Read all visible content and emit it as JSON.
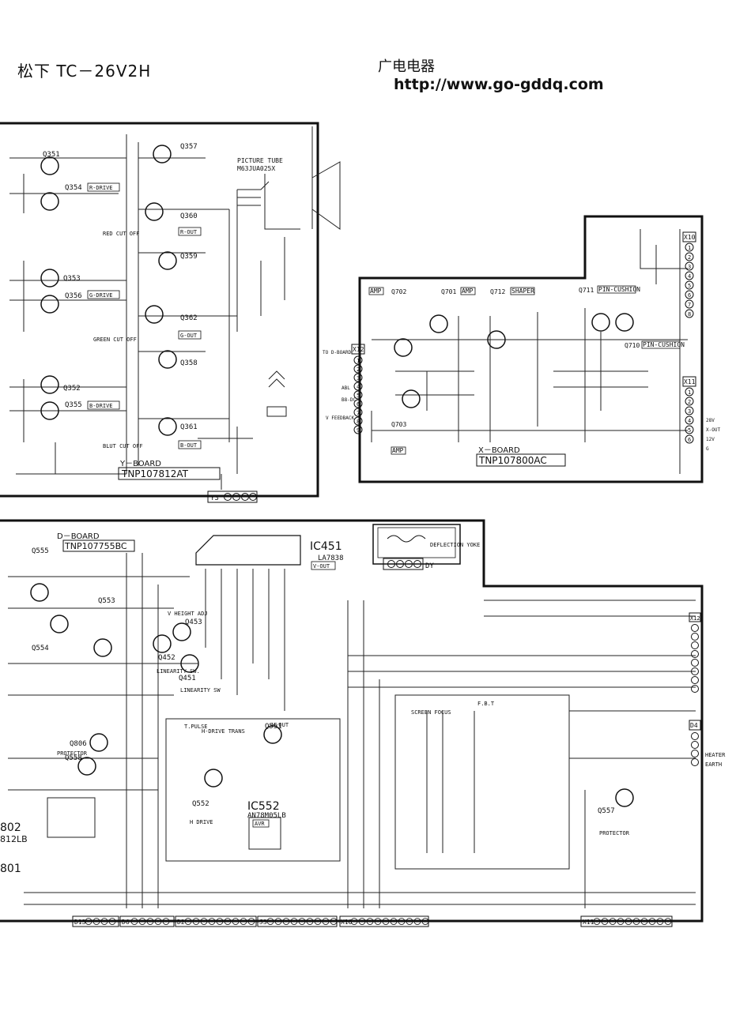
{
  "header": {
    "title": "松下 TC－26V2H",
    "site_name": "广电电器",
    "site_url": "http://www.go-gddq.com"
  },
  "boards": {
    "y_board": {
      "label": "Y－BOARD",
      "part": "TNP107812AT",
      "connector": "Y3"
    },
    "x_board": {
      "label": "X－BOARD",
      "part": "TNP107800AC",
      "connector_top": "X10",
      "connector_left": "X12",
      "connector_right": "X11"
    },
    "d_board": {
      "label": "D－BOARD",
      "part": "TNP107755BC"
    }
  },
  "y_board_parts": {
    "picture_tube": "PICTURE TUBE",
    "picture_tube_part": "M63JUA025X",
    "transistors": [
      "Q351",
      "Q354",
      "Q353",
      "Q356",
      "Q352",
      "Q355",
      "Q357",
      "Q360",
      "Q359",
      "Q362",
      "Q358",
      "Q361"
    ],
    "drive_labels": [
      "R-DRIVE",
      "G-DRIVE",
      "B-DRIVE"
    ],
    "out_labels": [
      "R-OUT",
      "G-OUT",
      "B-OUT"
    ],
    "cutoff_labels": [
      "RED CUT OFF",
      "GREEN CUT OFF",
      "BLUT CUT OFF"
    ]
  },
  "x_board_parts": {
    "amp_label": "AMP",
    "shaper_label": "SHAPER",
    "pin_cushion_label": "PIN-CUSHION",
    "transistors": [
      "Q702",
      "Q701",
      "Q712",
      "Q711",
      "Q710",
      "Q703"
    ],
    "x10_pins": [
      "1",
      "2",
      "3",
      "4",
      "5",
      "6",
      "7",
      "8"
    ],
    "x12_pins": [
      "1",
      "2",
      "3",
      "4",
      "5",
      "6",
      "7",
      "8",
      "9"
    ],
    "x11_pins": [
      "1",
      "2",
      "3",
      "4",
      "5",
      "6"
    ],
    "x12_side_label": "TO D-BOARD",
    "x12_signals": [
      "ABL",
      "B8-DC",
      "V FEEDBACK"
    ],
    "x11_signals": [
      "28V",
      "X-OUT",
      "12V",
      "G"
    ]
  },
  "d_board_parts": {
    "ic451": "IC451",
    "ic451_part": "LA7838",
    "ic451_role": "V-OUT",
    "ic552": "IC552",
    "ic552_part": "AN78M05LB",
    "ic552_role": "AVR",
    "transistors": [
      "Q555",
      "Q553",
      "Q554",
      "Q806",
      "Q558",
      "Q452",
      "Q451",
      "Q453",
      "Q551",
      "Q552",
      "Q557"
    ],
    "labels": [
      "V HEIGHT ADJ",
      "LINEARITY SW.",
      "LINEARITY SW",
      "PROTECTOR",
      "H-DRIVE TRANS",
      "H-OUT",
      "H DRIVE",
      "F.B.T",
      "SCREEN FOCUS",
      "PROTECTOR",
      "DEFLECTION YOKE",
      "HEATER",
      "EARTH",
      "T.PULSE"
    ],
    "connector_dy": "DY",
    "connector_x12": "X12",
    "connector_d4": "D4",
    "bottom_connectors": [
      "D13",
      "D6",
      "D2",
      "J3",
      "X10",
      "X11"
    ],
    "left_labels": [
      "802",
      "812LB",
      "801"
    ]
  }
}
